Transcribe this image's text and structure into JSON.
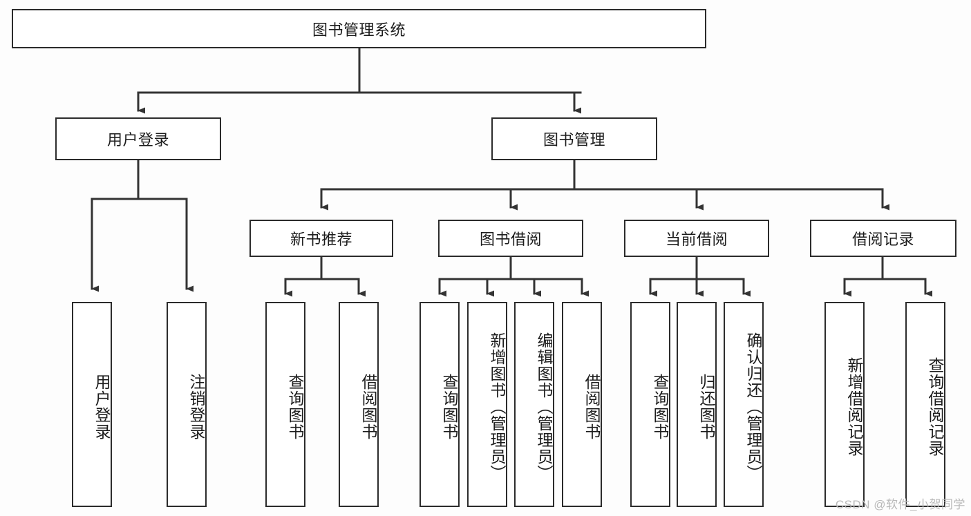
{
  "diagram": {
    "type": "hierarchy-tree",
    "title": "图书管理系统",
    "orientation": "top-down",
    "levels": 4,
    "colors": {
      "box_border": "#2b2b2b",
      "box_fill": "#ffffff",
      "connector": "#333333",
      "text": "#1c1c1c",
      "background": "#fdfdfd",
      "watermark": "#b9b9b9"
    },
    "root": {
      "label": "图书管理系统"
    },
    "level2": [
      {
        "label": "用户登录"
      },
      {
        "label": "图书管理"
      }
    ],
    "level3": [
      {
        "label": "新书推荐"
      },
      {
        "label": "图书借阅"
      },
      {
        "label": "当前借阅"
      },
      {
        "label": "借阅记录"
      }
    ],
    "leaves": [
      {
        "label": "用户登录",
        "parent": "用户登录"
      },
      {
        "label": "注销登录",
        "parent": "用户登录"
      },
      {
        "label": "查询图书",
        "parent": "新书推荐"
      },
      {
        "label": "借阅图书",
        "parent": "新书推荐"
      },
      {
        "label": "查询图书",
        "parent": "图书借阅"
      },
      {
        "label": "新增图书（管理员）",
        "parent": "图书借阅"
      },
      {
        "label": "编辑图书（管理员）",
        "parent": "图书借阅"
      },
      {
        "label": "借阅图书",
        "parent": "图书借阅"
      },
      {
        "label": "查询图书",
        "parent": "当前借阅"
      },
      {
        "label": "归还图书",
        "parent": "当前借阅"
      },
      {
        "label": "确认归还（管理员）",
        "parent": "当前借阅"
      },
      {
        "label": "新增借阅记录",
        "parent": "借阅记录"
      },
      {
        "label": "查询借阅记录",
        "parent": "借阅记录"
      }
    ],
    "watermark": "CSDN @软件_小贺同学"
  }
}
